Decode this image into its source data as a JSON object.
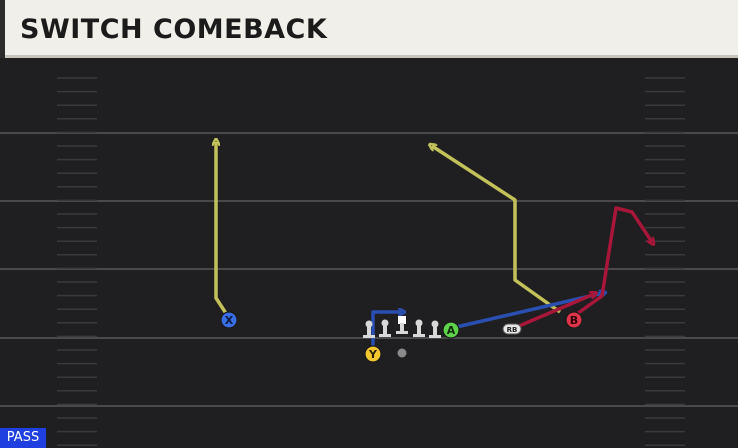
{
  "header": {
    "title": "SWITCH COMEBACK"
  },
  "play_type": "PASS",
  "players": {
    "x": {
      "label": "X",
      "color": "#3a6ee8"
    },
    "y": {
      "label": "Y",
      "color": "#f2c62c"
    },
    "a": {
      "label": "A",
      "color": "#5ed24a"
    },
    "b": {
      "label": "B",
      "color": "#e0344a"
    },
    "rb": {
      "label": "RB"
    }
  },
  "route_colors": {
    "x": "#c3c25a",
    "a": "#2a4fb0",
    "b": "#a8163a",
    "y": "#2a4fb0",
    "slot": "#c3c25a"
  },
  "field_color": "#1f1f21"
}
